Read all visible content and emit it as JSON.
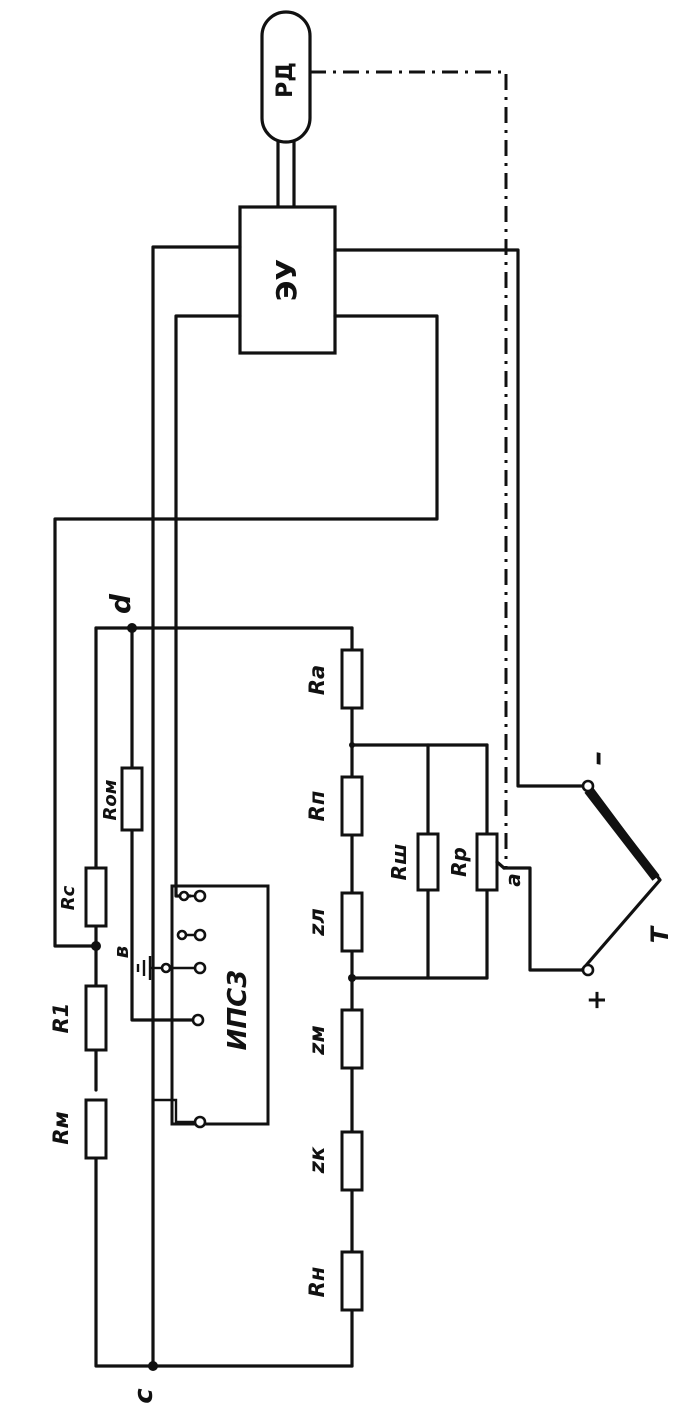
{
  "blocks": {
    "ru": "РД",
    "eu": "ЭУ",
    "ips": "ИПС3"
  },
  "resistors": {
    "rm": "Rм",
    "r1": "R1",
    "rc": "Rс",
    "rom": "Rом",
    "ra": "Ra",
    "rn_top": "Rп",
    "rsh": "Rш",
    "rp": "Rр",
    "zl": "zл",
    "zm": "zм",
    "zk": "zк",
    "rn_bottom": "Rн"
  },
  "nodes": {
    "c": "c",
    "b": "в",
    "d": "d",
    "a": "a"
  },
  "thermocouple": {
    "label": "T",
    "plus": "+",
    "minus": "–"
  }
}
